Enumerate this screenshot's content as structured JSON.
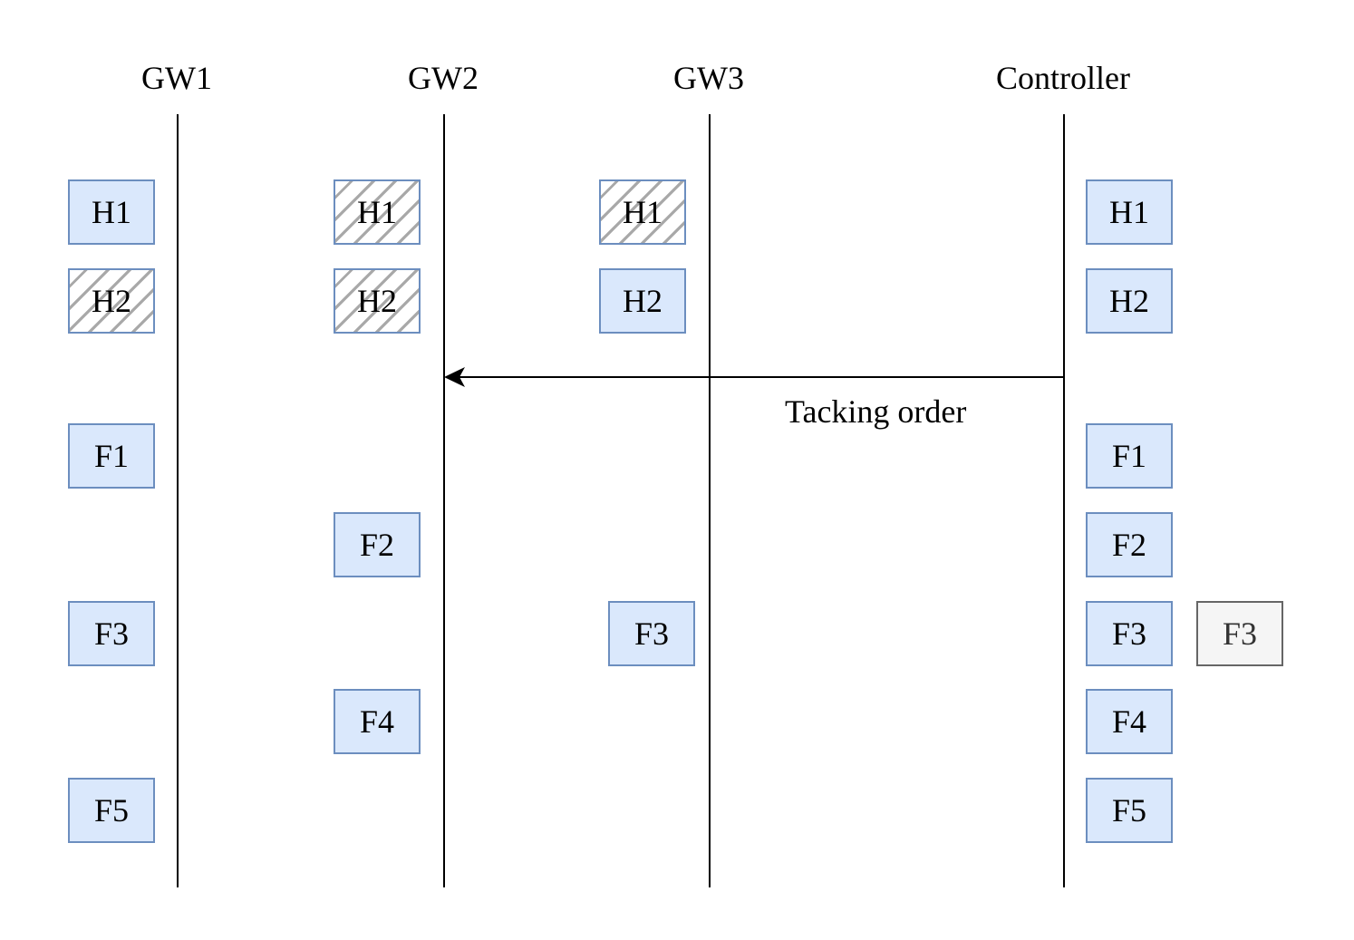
{
  "lanes": [
    {
      "label": "GW1"
    },
    {
      "label": "GW2"
    },
    {
      "label": "GW3"
    },
    {
      "label": "Controller"
    }
  ],
  "messages": {
    "gw1": {
      "h1": "H1",
      "h2": "H2",
      "f1": "F1",
      "f3": "F3",
      "f5": "F5"
    },
    "gw2": {
      "h1": "H1",
      "h2": "H2",
      "f2": "F2",
      "f4": "F4"
    },
    "gw3": {
      "h1": "H1",
      "h2": "H2",
      "f3": "F3"
    },
    "controller": {
      "h1": "H1",
      "h2": "H2",
      "f1": "F1",
      "f2": "F2",
      "f3": "F3",
      "f4": "F4",
      "f5": "F5"
    },
    "controller_extra": {
      "f3": "F3"
    }
  },
  "arrow": {
    "label": "Tacking order",
    "from": "Controller",
    "to": "GW2"
  },
  "colors": {
    "message_fill": "#dae8fc",
    "message_border": "#6c8ebf",
    "extra_fill": "#f5f5f5",
    "extra_border": "#666666",
    "hatch": "#a8a8a8"
  }
}
